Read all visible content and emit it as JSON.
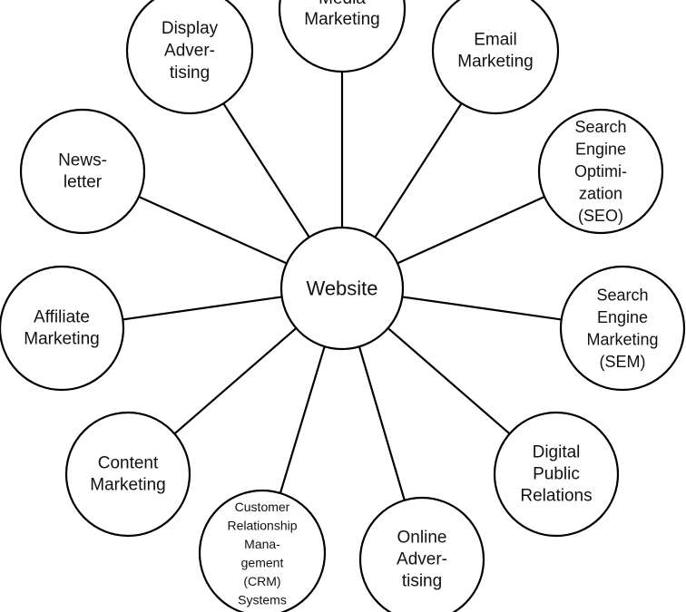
{
  "center": {
    "label": [
      "Website"
    ]
  },
  "nodes": [
    {
      "id": "social-media-marketing",
      "label": [
        "Media",
        "Marketing"
      ]
    },
    {
      "id": "email-marketing",
      "label": [
        "Email",
        "Marketing"
      ]
    },
    {
      "id": "seo",
      "label": [
        "Search",
        "Engine",
        "Optimi-",
        "zation",
        "(SEO)"
      ]
    },
    {
      "id": "sem",
      "label": [
        "Search",
        "Engine",
        "Marketing",
        "(SEM)"
      ]
    },
    {
      "id": "digital-public-relations",
      "label": [
        "Digital",
        "Public",
        "Relations"
      ]
    },
    {
      "id": "online-advertising",
      "label": [
        "Online",
        "Adver-",
        "tising"
      ]
    },
    {
      "id": "crm-systems",
      "label": [
        "Customer",
        "Relationship",
        "Mana-",
        "gement",
        "(CRM)",
        "Systems"
      ]
    },
    {
      "id": "content-marketing",
      "label": [
        "Content",
        "Marketing"
      ]
    },
    {
      "id": "affiliate-marketing",
      "label": [
        "Affiliate",
        "Marketing"
      ]
    },
    {
      "id": "newsletter",
      "label": [
        "News-",
        "letter"
      ]
    },
    {
      "id": "display-advertising",
      "label": [
        "Display",
        "Adver-",
        "tising"
      ]
    }
  ]
}
